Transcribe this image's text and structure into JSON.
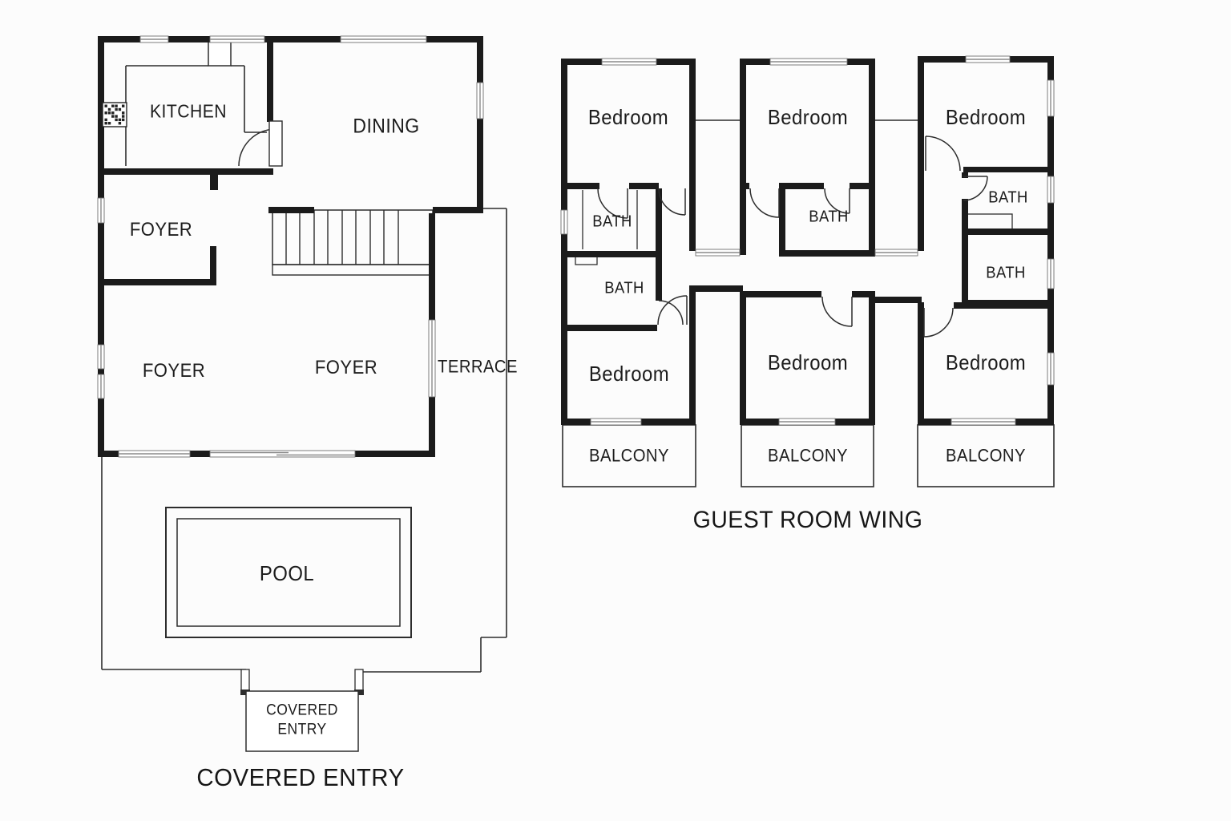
{
  "document": {
    "type": "architectural floor plan",
    "sheets": 1
  },
  "colors": {
    "ink": "#1b1b1b",
    "thin_ink": "#2d2d2d",
    "window_line": "#8a8a8a",
    "paper": "#fcfcfc"
  },
  "plans": {
    "main": {
      "caption": "COVERED ENTRY",
      "rooms": {
        "kitchen": "KITCHEN",
        "dining": "DINING",
        "foyer": "FOYER",
        "terrace": "TERRACE",
        "pool": "POOL",
        "covered_entry": "COVERED ENTRY"
      },
      "foyer_count": 3
    },
    "guest": {
      "caption": "GUEST ROOM WING",
      "rooms": {
        "bedroom": "Bedroom",
        "bath": "BATH",
        "balcony": "BALCONY"
      },
      "bedroom_count": 6,
      "bath_count": 5,
      "balcony_count": 3
    }
  }
}
